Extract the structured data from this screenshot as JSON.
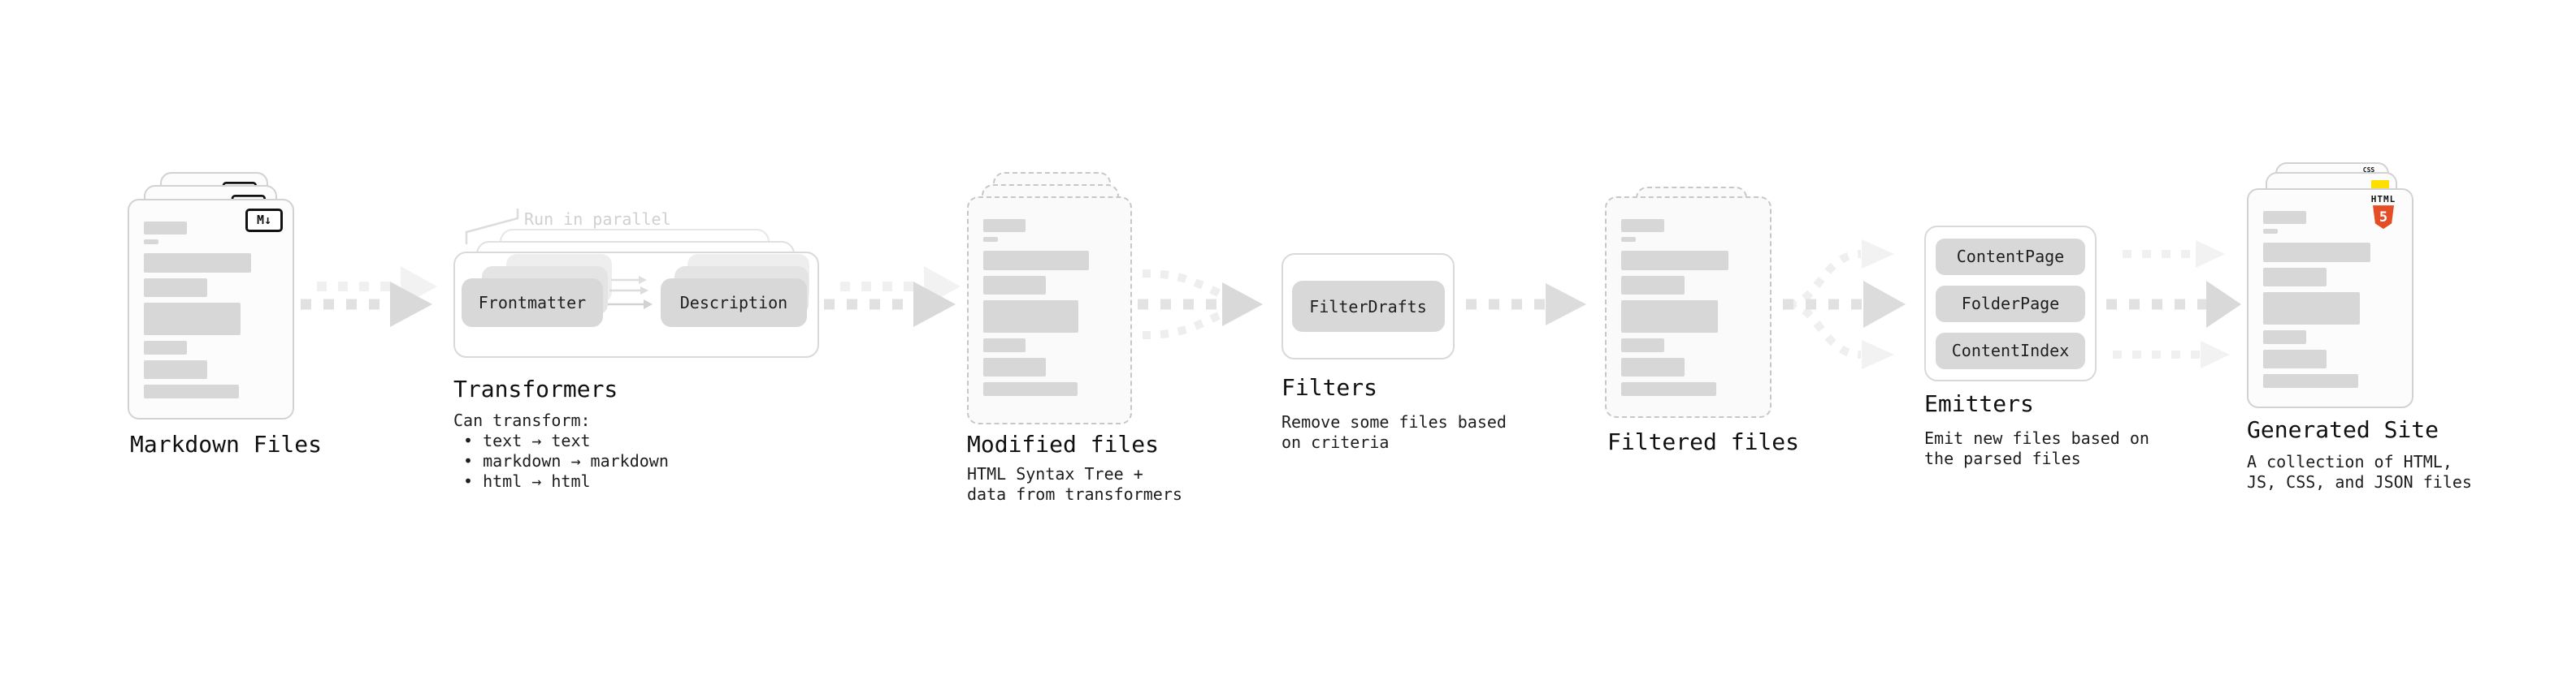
{
  "colors": {
    "html5_orange": "#e44d26",
    "js_yellow": "#ffdf00",
    "css_blue": "#2d6fe3"
  },
  "stages": {
    "markdown": {
      "label": "Markdown Files",
      "badge": "M↓"
    },
    "transformers": {
      "title": "Transformers",
      "annotation": "Run in parallel",
      "pill_left": "Frontmatter",
      "pill_right": "Description",
      "desc_heading": "Can transform:",
      "bullets": [
        "• text → text",
        "• markdown → markdown",
        "• html → html"
      ]
    },
    "modified": {
      "label": "Modified files",
      "desc": [
        "HTML Syntax Tree +",
        "data from transformers"
      ]
    },
    "filters": {
      "title": "Filters",
      "pill": "FilterDrafts",
      "desc": [
        "Remove some files based",
        "on criteria"
      ]
    },
    "filtered": {
      "label": "Filtered files"
    },
    "emitters": {
      "title": "Emitters",
      "pills": [
        "ContentPage",
        "FolderPage",
        "ContentIndex"
      ],
      "desc": [
        "Emit new files based on",
        "the parsed files"
      ]
    },
    "generated": {
      "label": "Generated Site",
      "badge_css": "CSS",
      "badge_html_word": "HTML",
      "badge_html_number": "5",
      "desc": [
        "A collection of HTML,",
        "JS, CSS, and JSON files"
      ]
    }
  }
}
